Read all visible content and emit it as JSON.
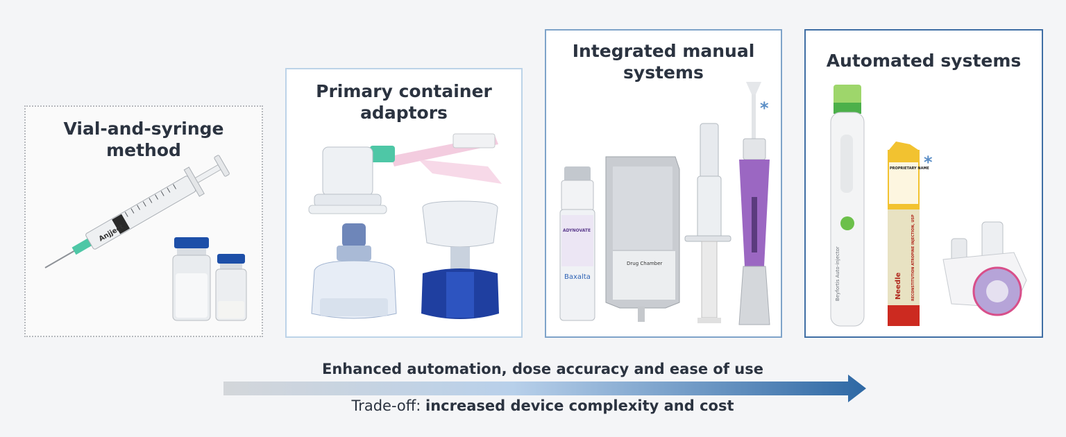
{
  "panels": [
    {
      "title": "Vial-and-syringe\nmethod"
    },
    {
      "title": "Primary container\nadaptors"
    },
    {
      "title": "Integrated manual\nsystems"
    },
    {
      "title": "Automated systems"
    }
  ],
  "device_labels": {
    "syringe_brand": "Anjject",
    "bag_label": "Drug Chamber",
    "vial_brand": "Baxalta",
    "vial_name": "ADYNOVATE",
    "autoinjector_label": "Beyfortis Auto-injector",
    "cartridge_upper": "PROPRIETARY NAME",
    "cartridge_middle": "RECONSTITUTION ATROPINE INJECTION, USP",
    "cartridge_lower": "Needle"
  },
  "asterisk": "*",
  "arrow": {
    "top_label": "Enhanced automation, dose accuracy and ease of use",
    "bottom_prefix": "Trade-off: ",
    "bottom_bold": "increased device complexity and cost",
    "gradient_start": "#d3d6da",
    "gradient_end": "#2e68a4"
  },
  "colors": {
    "panel1_border": "#b5b8bd",
    "panel2_border": "#bcd3e8",
    "panel3_border": "#7ea3c9",
    "panel4_border": "#3f6ea4",
    "title_text": "#2b3340",
    "vial_cap_blue": "#1d4fa8",
    "adaptor_blue": "#1f3fa0",
    "purple_device": "#9b67c2",
    "green_accent": "#6cc04a",
    "red_cartridge": "#cc2a20",
    "yellow_cartridge": "#f2c230"
  }
}
